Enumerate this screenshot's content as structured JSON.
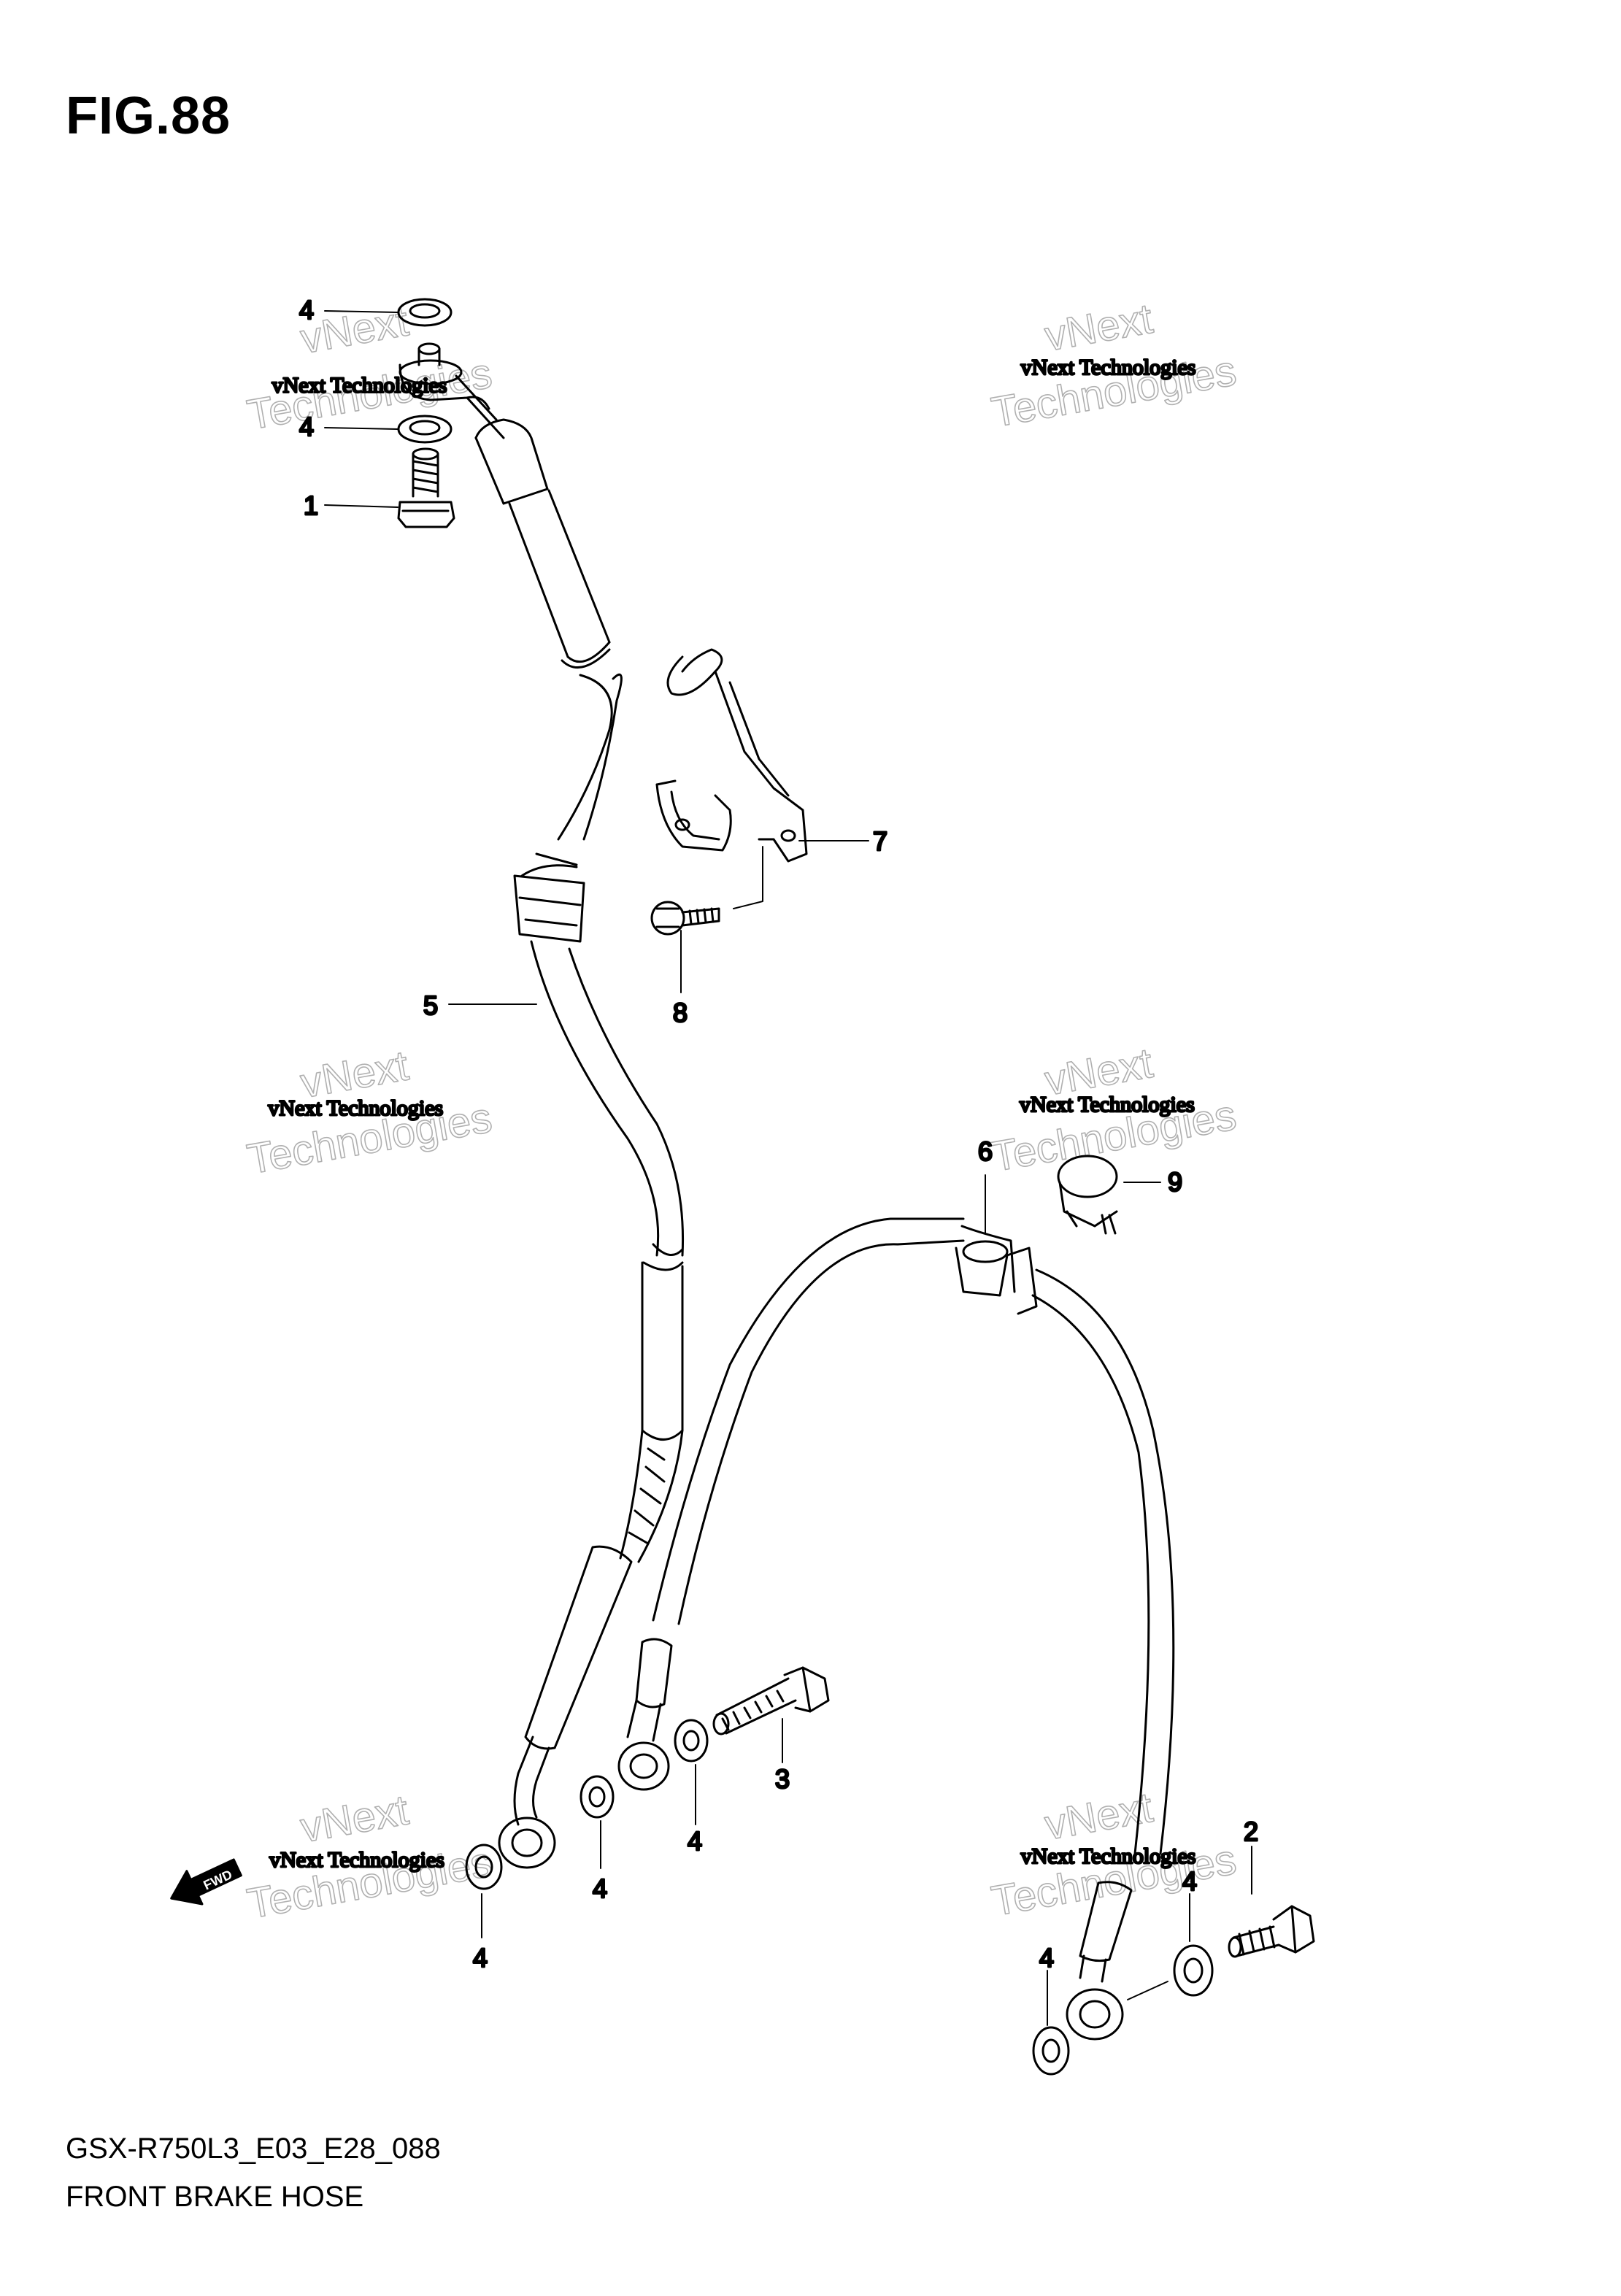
{
  "figure": {
    "title": "FIG.88",
    "code": "GSX-R750L3_E03_E28_088",
    "name": "FRONT BRAKE HOSE"
  },
  "watermark": {
    "line1": "vNext Technologies",
    "outline_a": "vNext",
    "outline_b": "Technologies"
  },
  "direction_marker": {
    "label": "FWD",
    "icon": "forward-arrow-icon"
  },
  "callouts": [
    {
      "id": "c-4-top",
      "label": "4"
    },
    {
      "id": "c-4-upper",
      "label": "4"
    },
    {
      "id": "c-1",
      "label": "1"
    },
    {
      "id": "c-7",
      "label": "7"
    },
    {
      "id": "c-8",
      "label": "8"
    },
    {
      "id": "c-5",
      "label": "5"
    },
    {
      "id": "c-6",
      "label": "6"
    },
    {
      "id": "c-9",
      "label": "9"
    },
    {
      "id": "c-3",
      "label": "3"
    },
    {
      "id": "c-4-mid-right",
      "label": "4"
    },
    {
      "id": "c-4-mid-left",
      "label": "4"
    },
    {
      "id": "c-4-bottom-left",
      "label": "4"
    },
    {
      "id": "c-2",
      "label": "2"
    },
    {
      "id": "c-4-right-upper",
      "label": "4"
    },
    {
      "id": "c-4-right-lower",
      "label": "4"
    }
  ],
  "colors": {
    "line": "#000000",
    "watermark": "#b0b0b0"
  }
}
